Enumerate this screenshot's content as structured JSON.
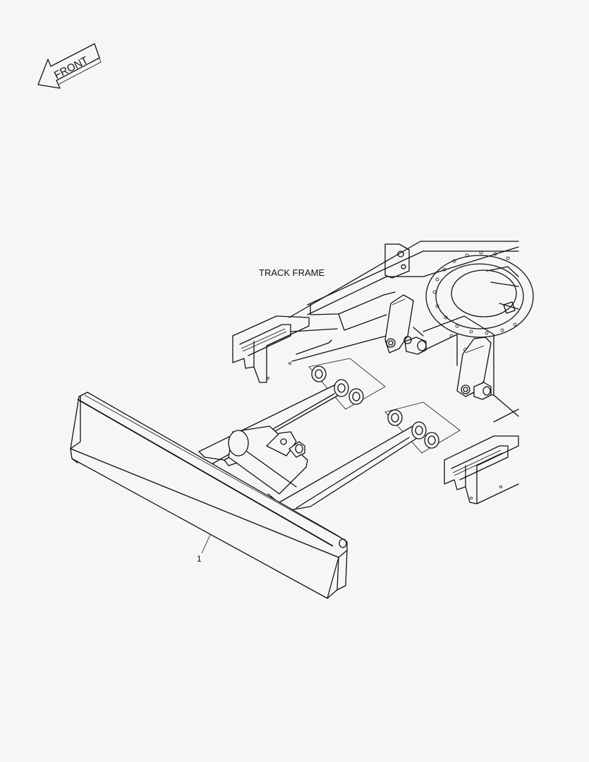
{
  "orientation": {
    "text": "FRONT"
  },
  "labels": {
    "track_frame": "TRACK FRAME",
    "callout_1": "1"
  },
  "colors": {
    "line": "#111111",
    "background": "#f6f6f6"
  }
}
